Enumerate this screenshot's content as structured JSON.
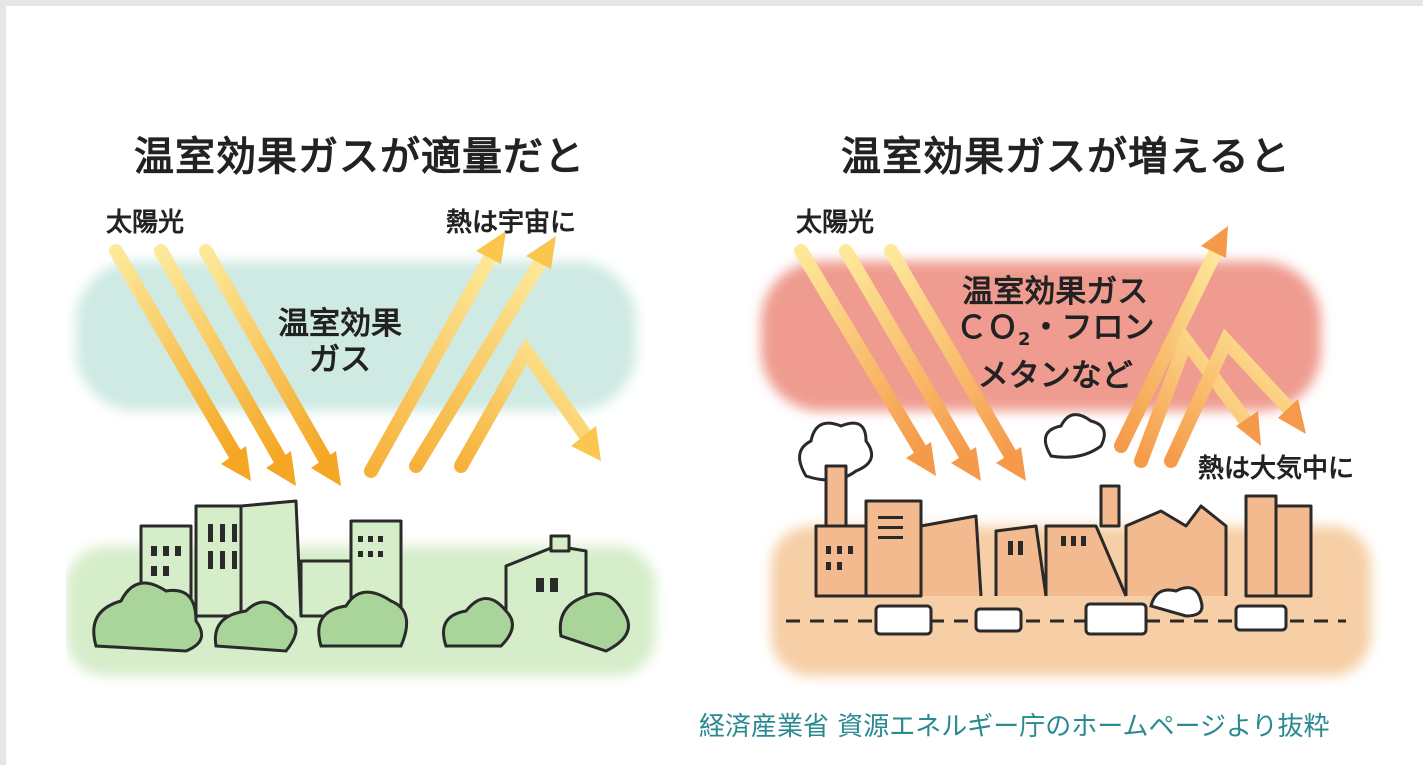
{
  "left": {
    "title": "温室効果ガスが適量だと",
    "sunlight": "太陽光",
    "heat": "熱は宇宙に",
    "gas_line1": "温室効果",
    "gas_line2": "ガス",
    "layer_color": "#cfeae3",
    "ground_color": "#cfe8c2"
  },
  "right": {
    "title": "温室効果ガスが増えると",
    "sunlight": "太陽光",
    "heat": "熱は大気中に",
    "gas_line1": "温室効果ガス",
    "gas_line2_a": "ＣＯ",
    "gas_line2_sub": "2",
    "gas_line2_b": "・フロン",
    "gas_line3": "メタンなど",
    "layer_color": "#ef9b8f",
    "ground_color": "#f6cfa6"
  },
  "caption": "経済産業省 資源エネルギー庁のホームページより抜粋",
  "colors": {
    "arrow_light": "#fde08a",
    "arrow_dark": "#f5a623",
    "arrow_orange": "#f59a4a",
    "caption": "#2a8a92"
  }
}
